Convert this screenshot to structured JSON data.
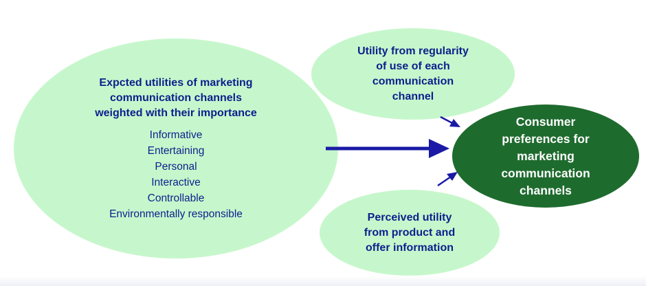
{
  "main": {
    "title_lines": [
      "Expcted utilities of marketing",
      "communication channels",
      "weighted with their importance"
    ],
    "attributes": [
      "Informative",
      "Entertaining",
      "Personal",
      "Interactive",
      "Controllable",
      "Environmentally responsible"
    ]
  },
  "regularity": {
    "lines": [
      "Utility from regularity",
      "of use of each",
      "communication",
      "channel"
    ]
  },
  "perceived": {
    "lines": [
      "Perceived utility",
      "from product and",
      "offer information"
    ]
  },
  "consumer": {
    "lines": [
      "Consumer",
      "preferences for",
      "marketing",
      "communication",
      "channels"
    ]
  },
  "colors": {
    "light_ellipse": "#c6f7cc",
    "dark_ellipse": "#1e6b2e",
    "text_blue": "#0d1f8c",
    "arrow_blue": "#1a1aa6"
  }
}
